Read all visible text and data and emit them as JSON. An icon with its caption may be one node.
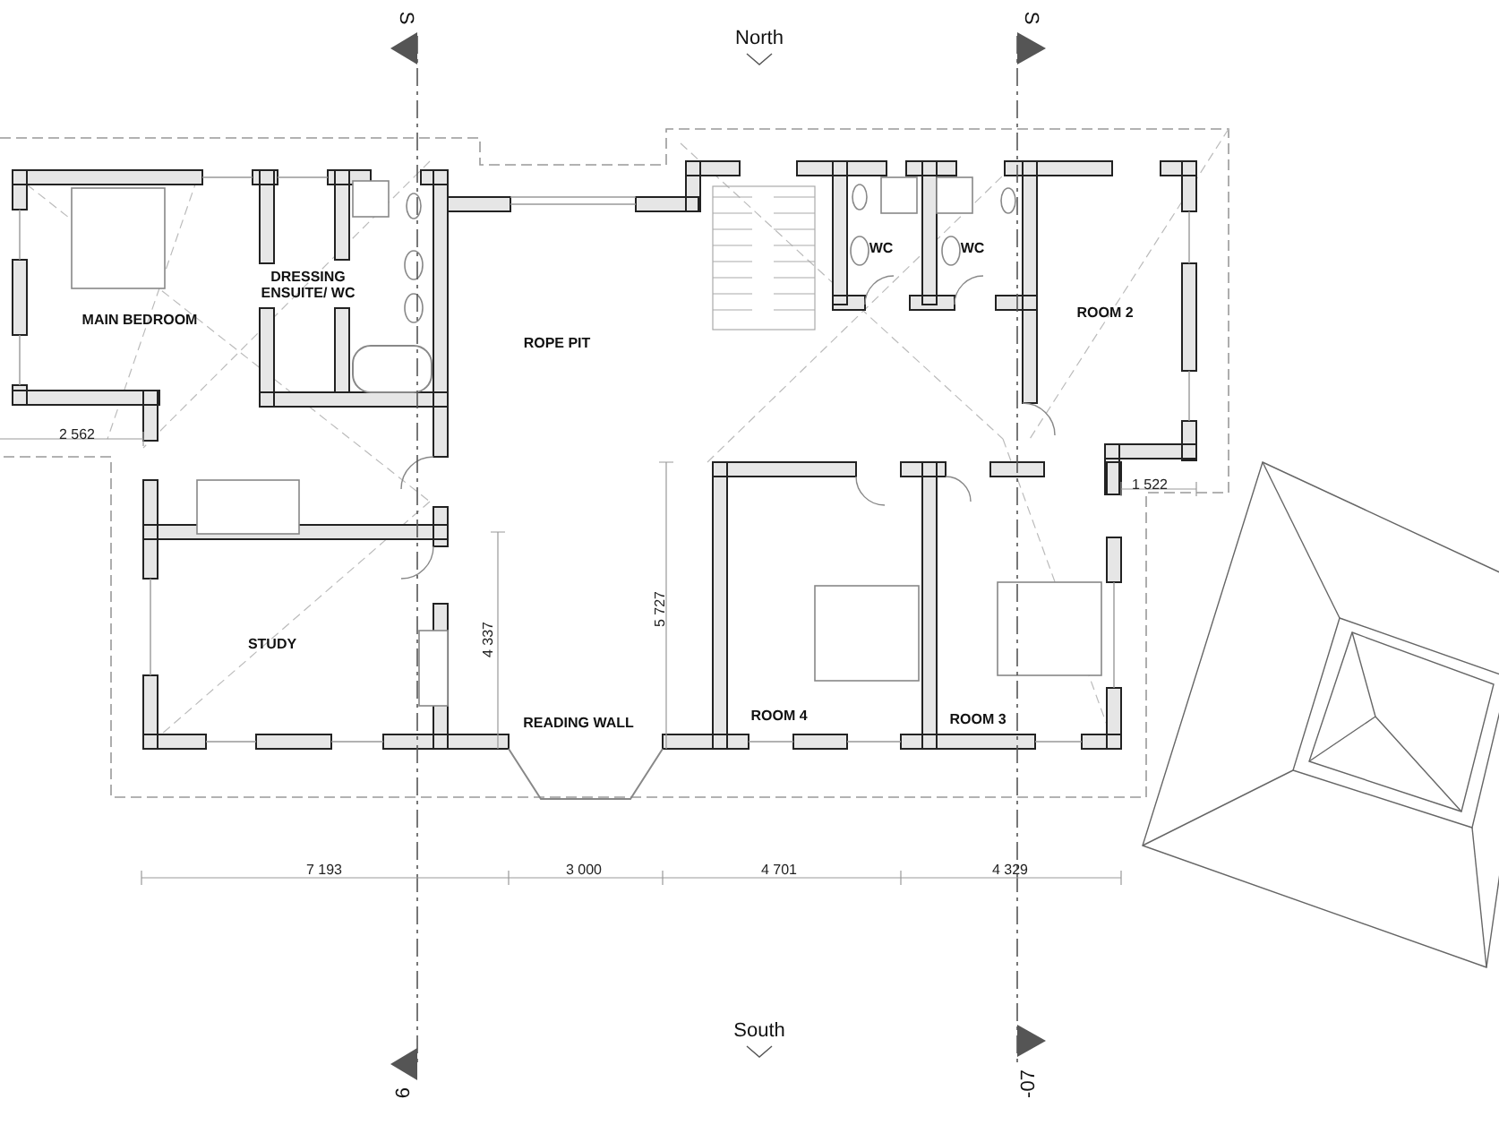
{
  "diagram": {
    "labels": [
      "S",
      "North",
      "S",
      "WC",
      "WC",
      "DRESSING",
      "ENSUITE/ WC",
      "MAIN BEDROOM",
      "ROOM 2",
      "ROPE PIT",
      "2 562",
      "1 522",
      "STUDY",
      "4 337",
      "5 727",
      "READING WALL",
      "ROOM 4",
      "ROOM 3",
      "7 193",
      "3 000",
      "4 701",
      "4 329",
      "South",
      "6",
      "-07"
    ]
  }
}
